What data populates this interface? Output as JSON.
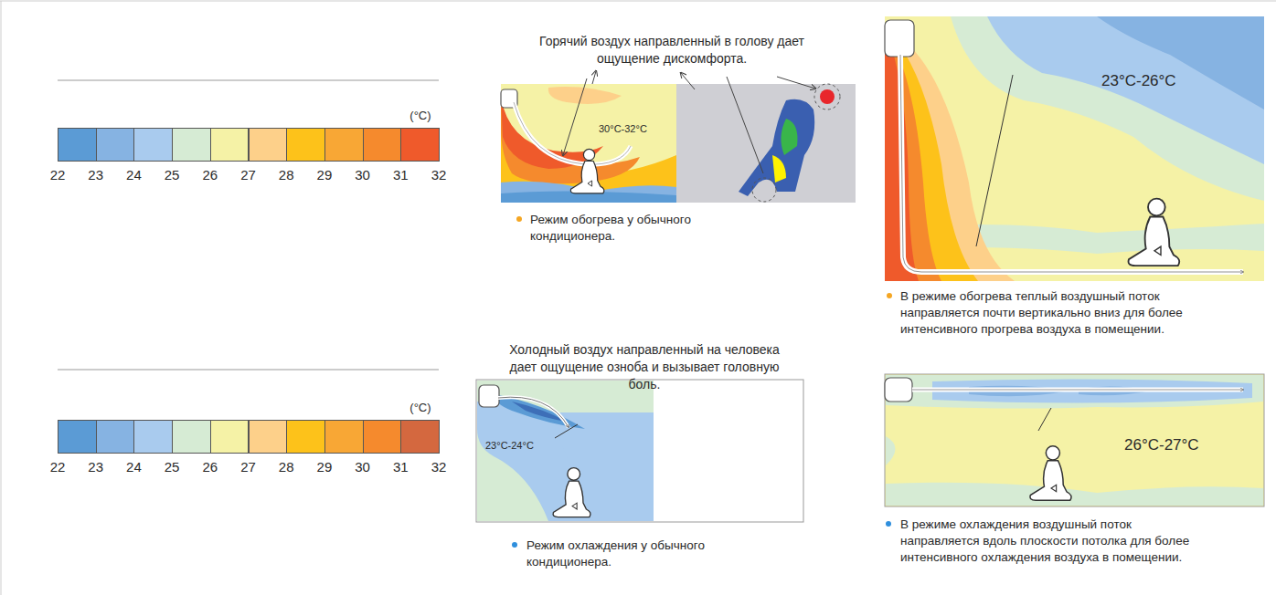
{
  "diagram": {
    "labels": [
      "Горячий воздух направленный в голову дает ощущение дискомфорта.",
      "30°C-32°C",
      "Режим обогрева у обычного кондиционера.",
      "23°C-26°C",
      "В режиме обогрева теплый воздушный поток направляется почти вертикально вниз для более интенсивного прогрева воздуха в помещении.",
      "Холодный воздух направленный на человека дает ощущение озноба и вызывает головную боль.",
      "23°C-24°C",
      "Режим охлаждения у обычного кондиционера.",
      "26°C-27°C",
      "В режиме охлаждения воздушный поток направляется вдоль плоскости потолка для более интенсивного охлаждения воздуха в помещении.",
      "(°C)",
      "32",
      "(°C)",
      "32"
    ],
    "legend": [
      {
        "text": "22",
        "color": "#5b9bd5"
      },
      {
        "text": "23",
        "color": "#86b3e2"
      },
      {
        "text": "24",
        "color": "#a9cbee"
      },
      {
        "text": "25",
        "color": "#d6ebd4"
      },
      {
        "text": "26",
        "color": "#f5f2a6"
      },
      {
        "text": "27",
        "color": "#fdd08a"
      },
      {
        "text": "28",
        "color": "#fdc21a"
      },
      {
        "text": "29",
        "color": "#f8a735"
      },
      {
        "text": "30",
        "color": "#f58a2d"
      },
      {
        "text": "31",
        "color": "#ef5a2b"
      },
      {
        "text": "22",
        "color": "#5b9bd5"
      },
      {
        "text": "23",
        "color": "#86b3e2"
      },
      {
        "text": "24",
        "color": "#a9cbee"
      },
      {
        "text": "25",
        "color": "#d6ebd4"
      },
      {
        "text": "26",
        "color": "#f5f2a6"
      },
      {
        "text": "27",
        "color": "#fdd08a"
      },
      {
        "text": "28",
        "color": "#fdc21a"
      },
      {
        "text": "29",
        "color": "#f8a735"
      },
      {
        "text": "30",
        "color": "#f58a2d"
      },
      {
        "text": "31",
        "color": "#d4683f"
      }
    ]
  }
}
